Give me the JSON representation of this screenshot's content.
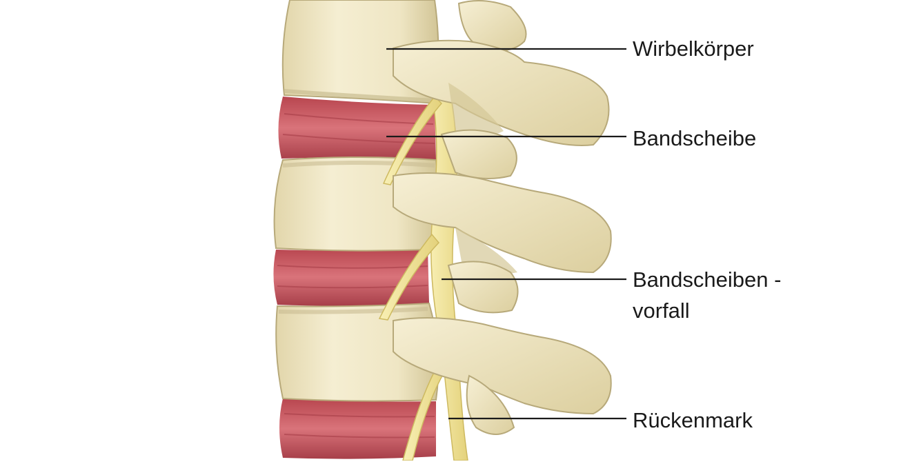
{
  "labels": {
    "vertebral_body": "Wirbelkörper",
    "disc": "Bandscheibe",
    "herniation_line1": "Bandscheiben -",
    "herniation_line2": "vorfall",
    "spinal_cord": "Rückenmark"
  },
  "colors": {
    "bone": "#eee5c2",
    "bone_shadow": "#c9bd92",
    "disc": "#c4545c",
    "disc_dark": "#9c3a44",
    "nerve": "#f3e69a",
    "leader_line": "#1a1a1a"
  }
}
